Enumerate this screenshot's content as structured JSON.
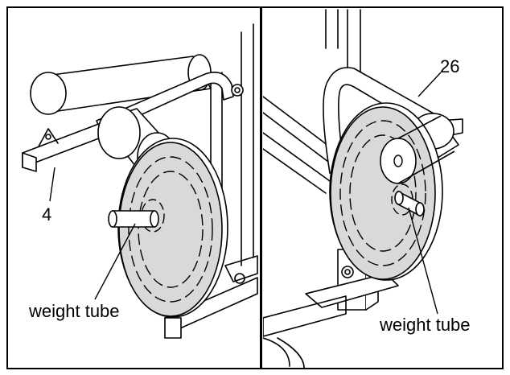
{
  "labels": {
    "part_4": "4",
    "part_26": "26",
    "weight_tube_left": "weight tube",
    "weight_tube_right": "weight tube"
  },
  "colors": {
    "line": "#000000",
    "plate_fill": "#d9d9d9",
    "background": "#ffffff"
  }
}
